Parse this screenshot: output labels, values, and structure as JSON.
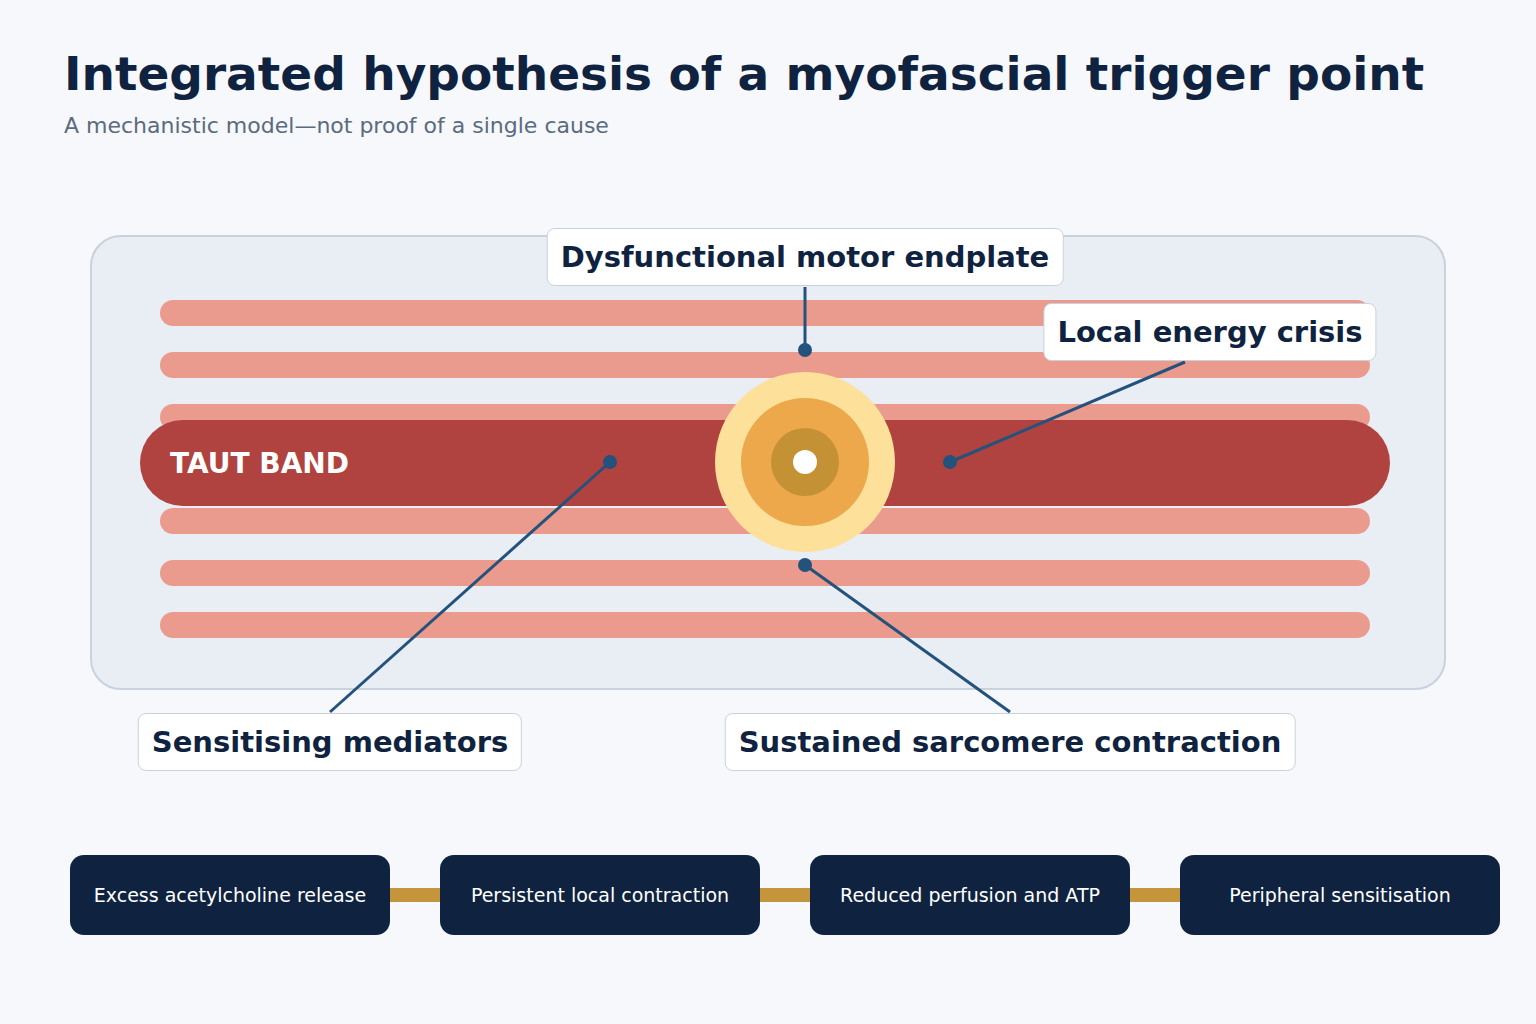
{
  "diagram": {
    "title": "Integrated hypothesis of a myofascial trigger point",
    "caption": "A mechanistic model—not proof of a single cause",
    "nodes": [
      {
        "text": [
          "Dysfunctional motor endplate"
        ]
      },
      {
        "text": [
          "Local energy crisis"
        ]
      },
      {
        "text": [
          "TAUT BAND"
        ]
      },
      {
        "text": [
          "Sensitising mediators"
        ]
      },
      {
        "text": [
          "Sustained sarcomere contraction"
        ]
      },
      {
        "text": [
          "Excess acetylcholine release"
        ]
      },
      {
        "text": [
          "Persistent local contraction"
        ]
      },
      {
        "text": [
          "Reduced perfusion and ATP"
        ]
      },
      {
        "text": [
          "Peripheral sensitisation"
        ]
      }
    ],
    "edges": [
      {
        "from": 5,
        "to": 6,
        "arrow": "none"
      },
      {
        "from": 6,
        "to": 7,
        "arrow": "none"
      },
      {
        "from": 7,
        "to": 8,
        "arrow": "none"
      }
    ]
  }
}
